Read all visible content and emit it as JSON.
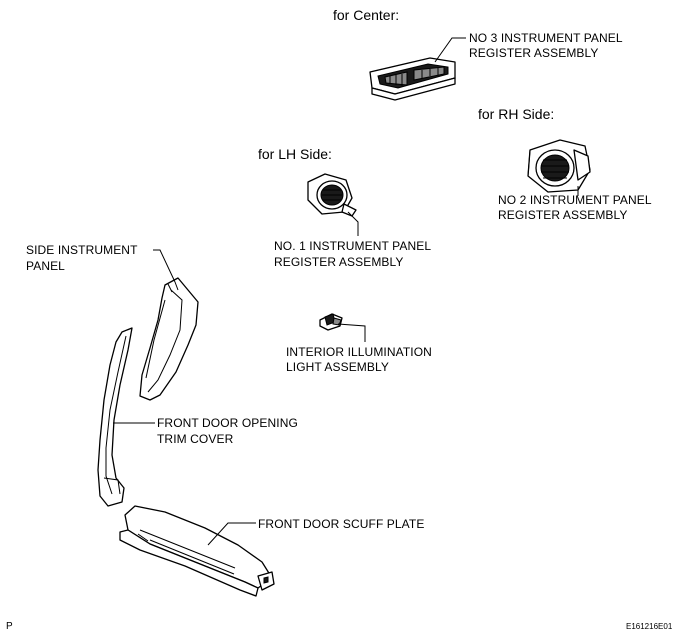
{
  "headers": {
    "center": "for Center:",
    "rh": "for RH Side:",
    "lh": "for LH Side:"
  },
  "labels": {
    "no3_line1": "NO  3 INSTRUMENT PANEL",
    "no3_line2": "REGISTER ASSEMBLY",
    "no2_line1": "NO  2 INSTRUMENT PANEL",
    "no2_line2": "REGISTER ASSEMBLY",
    "no1_line1": "NO. 1 INSTRUMENT PANEL",
    "no1_line2": "REGISTER ASSEMBLY",
    "side_panel_line1": "SIDE INSTRUMENT",
    "side_panel_line2": "PANEL",
    "illum_line1": "INTERIOR ILLUMINATION",
    "illum_line2": "LIGHT ASSEMBLY",
    "door_trim_line1": "FRONT DOOR OPENING",
    "door_trim_line2": "TRIM COVER",
    "scuff": "FRONT DOOR SCUFF PLATE"
  },
  "footer": {
    "left_mark": "P",
    "figure_id": "E161216E01"
  }
}
